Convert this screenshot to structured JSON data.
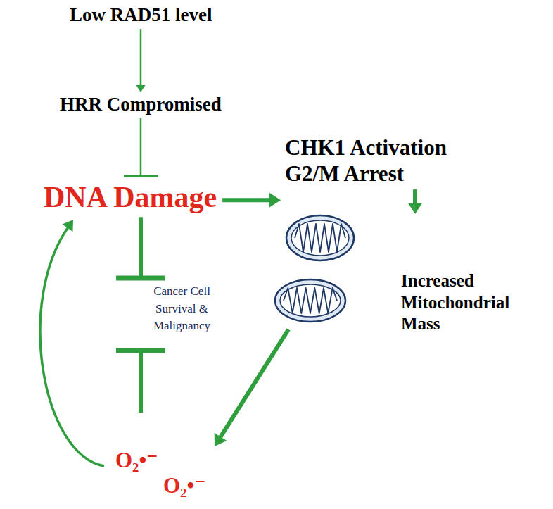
{
  "diagram": {
    "nodes": [
      {
        "text": [
          "Low RAD51 level"
        ]
      },
      {
        "text": [
          "HRR Compromised"
        ]
      },
      {
        "text": [
          "DNA Damage"
        ]
      },
      {
        "text": [
          "CHK1 Activation G2/M Arrest"
        ]
      },
      {
        "text": [
          "Cancer Cell Survival & Malignancy"
        ]
      },
      {
        "text": [
          "Increased Mitochondrial Mass"
        ]
      },
      {
        "text": [
          "O₂•⁻",
          "O₂•⁻"
        ]
      }
    ],
    "edges": [
      {
        "from": 0,
        "to": 1,
        "arrow": "to"
      },
      {
        "from": 1,
        "to": 2,
        "arrow": "to"
      },
      {
        "from": 2,
        "to": 3,
        "arrow": "to"
      },
      {
        "from": 2,
        "to": 4,
        "arrow": "to"
      },
      {
        "from": 3,
        "to": 5,
        "arrow": "to"
      },
      {
        "from": 5,
        "to": 6,
        "arrow": "to"
      },
      {
        "from": 6,
        "to": 4,
        "arrow": "to"
      },
      {
        "from": 6,
        "to": 2,
        "arrow": "to"
      }
    ]
  }
}
